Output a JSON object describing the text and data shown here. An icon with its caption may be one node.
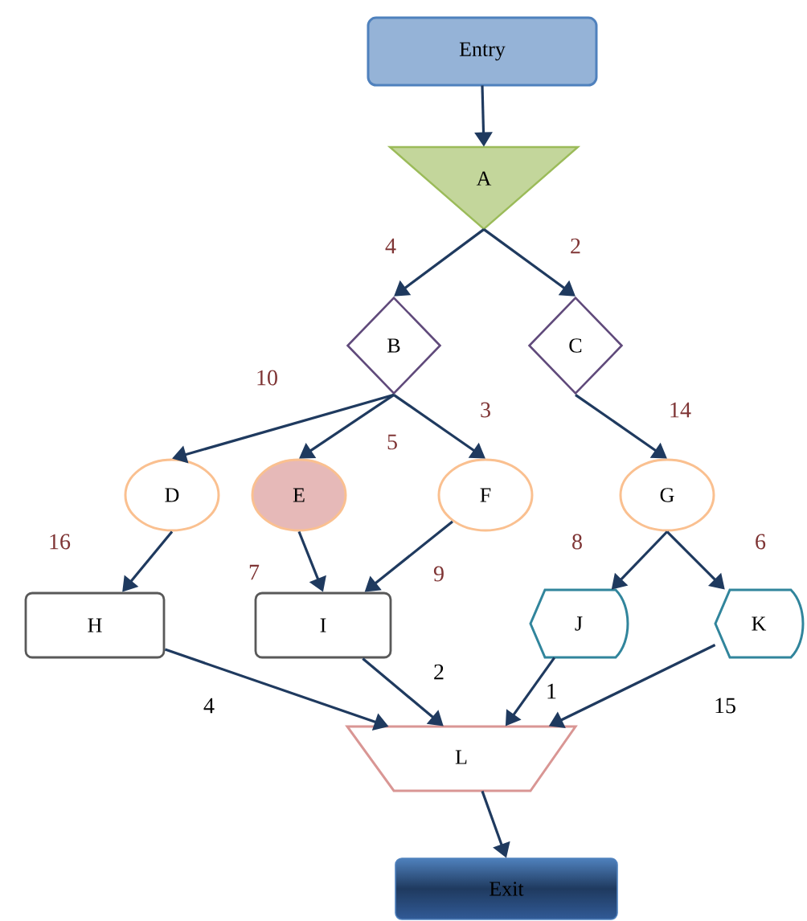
{
  "diagram": {
    "nodes": [
      {
        "text": [
          "Entry"
        ]
      },
      {
        "text": [
          "A"
        ]
      },
      {
        "text": [
          "B"
        ]
      },
      {
        "text": [
          "C"
        ]
      },
      {
        "text": [
          "D"
        ]
      },
      {
        "text": [
          "E"
        ]
      },
      {
        "text": [
          "F"
        ]
      },
      {
        "text": [
          "G"
        ]
      },
      {
        "text": [
          "H"
        ]
      },
      {
        "text": [
          "I"
        ]
      },
      {
        "text": [
          "J"
        ]
      },
      {
        "text": [
          "K"
        ]
      },
      {
        "text": [
          "L"
        ]
      },
      {
        "text": [
          "Exit"
        ]
      }
    ],
    "edges": [
      {
        "from": 0,
        "to": 1,
        "arrow": "to"
      },
      {
        "from": 1,
        "to": 2,
        "arrow": "to",
        "label": "4"
      },
      {
        "from": 1,
        "to": 3,
        "arrow": "to",
        "label": "2"
      },
      {
        "from": 2,
        "to": 4,
        "arrow": "to",
        "label": "10"
      },
      {
        "from": 2,
        "to": 5,
        "arrow": "to",
        "label": "5"
      },
      {
        "from": 2,
        "to": 6,
        "arrow": "to",
        "label": "3"
      },
      {
        "from": 3,
        "to": 7,
        "arrow": "to",
        "label": "14"
      },
      {
        "from": 4,
        "to": 8,
        "arrow": "to",
        "label": "16"
      },
      {
        "from": 5,
        "to": 9,
        "arrow": "to",
        "label": "7"
      },
      {
        "from": 6,
        "to": 9,
        "arrow": "to",
        "label": "9"
      },
      {
        "from": 7,
        "to": 10,
        "arrow": "to",
        "label": "8"
      },
      {
        "from": 7,
        "to": 11,
        "arrow": "to",
        "label": "6"
      },
      {
        "from": 8,
        "to": 12,
        "arrow": "to",
        "label": "4"
      },
      {
        "from": 9,
        "to": 12,
        "arrow": "to",
        "label": "2"
      },
      {
        "from": 10,
        "to": 12,
        "arrow": "to",
        "label": "1"
      },
      {
        "from": 11,
        "to": 12,
        "arrow": "to",
        "label": "15"
      },
      {
        "from": 12,
        "to": 13,
        "arrow": "to"
      }
    ]
  }
}
